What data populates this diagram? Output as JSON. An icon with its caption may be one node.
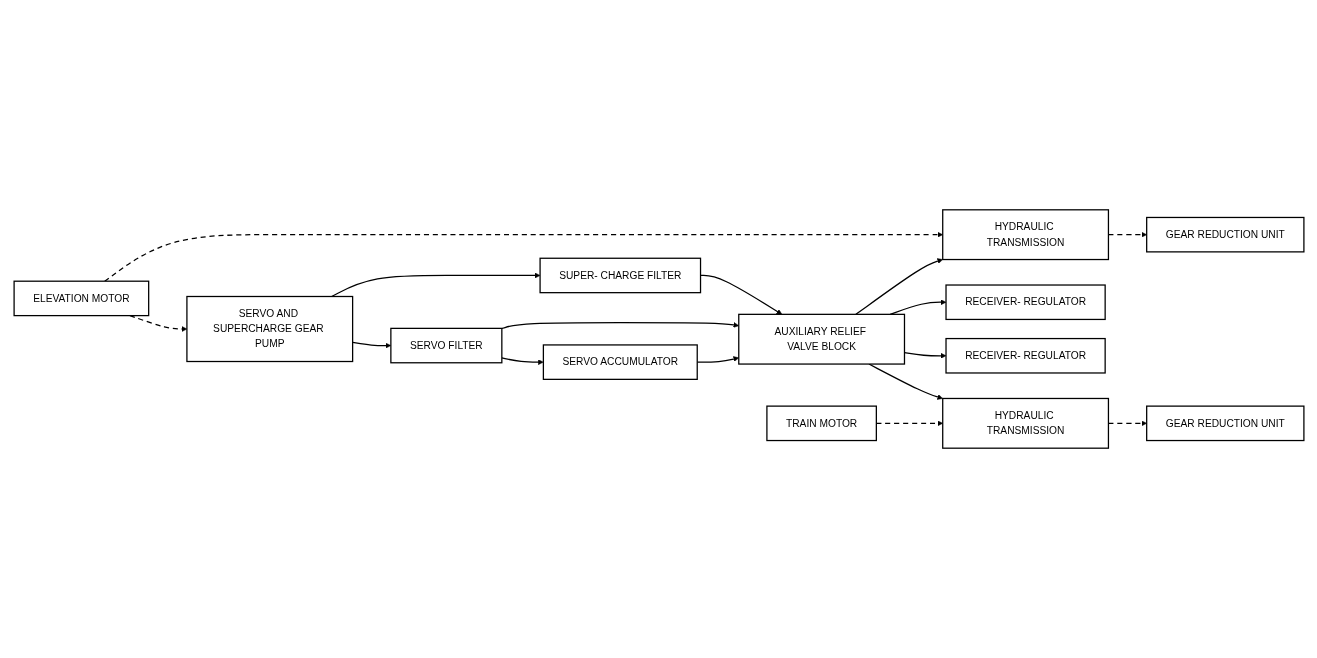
{
  "diagram": {
    "nodes": [
      {
        "text": [
          "SERVO AND SUPERCHARGE GEAR PUMP"
        ]
      },
      {
        "text": [
          "ELEVATION MOTOR"
        ]
      },
      {
        "text": [
          "HYDRAULIC TRANSMISSION"
        ]
      },
      {
        "text": [
          "RECEIVER- REGULATOR"
        ]
      },
      {
        "text": [
          "GEAR REDUCTION UNIT"
        ]
      },
      {
        "text": [
          "SERVO FILTER"
        ]
      },
      {
        "text": [
          "SUPER- CHARGE FILTER"
        ]
      },
      {
        "text": [
          "AUXILIARY RELIEF VALVE BLOCK"
        ]
      },
      {
        "text": [
          "SERVO ACCUMULATOR"
        ]
      },
      {
        "text": [
          "TRAIN MOTOR"
        ]
      },
      {
        "text": [
          "RECEIVER- REGULATOR"
        ]
      },
      {
        "text": [
          "HYDRAULIC TRANSMISSION"
        ]
      },
      {
        "text": [
          "GEAR REDUCTION UNIT"
        ]
      }
    ],
    "edges": [
      {
        "from": 1,
        "to": 0,
        "arrow": "to",
        "style": "dashed"
      },
      {
        "from": 1,
        "to": 2,
        "arrow": "to",
        "style": "dashed"
      },
      {
        "from": 2,
        "to": 4,
        "arrow": "to",
        "style": "dashed"
      },
      {
        "from": 0,
        "to": 5,
        "arrow": "to"
      },
      {
        "from": 0,
        "to": 6,
        "arrow": "to"
      },
      {
        "from": 6,
        "to": 7,
        "arrow": "to"
      },
      {
        "from": 5,
        "to": 7,
        "arrow": "to"
      },
      {
        "from": 5,
        "to": 8,
        "arrow": "to"
      },
      {
        "from": 8,
        "to": 7,
        "arrow": "to"
      },
      {
        "from": 7,
        "to": 2,
        "arrow": "to"
      },
      {
        "from": 7,
        "to": 3,
        "arrow": "to"
      },
      {
        "from": 7,
        "to": 10,
        "arrow": "to"
      },
      {
        "from": 7,
        "to": 11,
        "arrow": "to"
      },
      {
        "from": 9,
        "to": 11,
        "arrow": "to",
        "style": "dashed"
      },
      {
        "from": 11,
        "to": 12,
        "arrow": "to",
        "style": "dashed"
      }
    ]
  }
}
